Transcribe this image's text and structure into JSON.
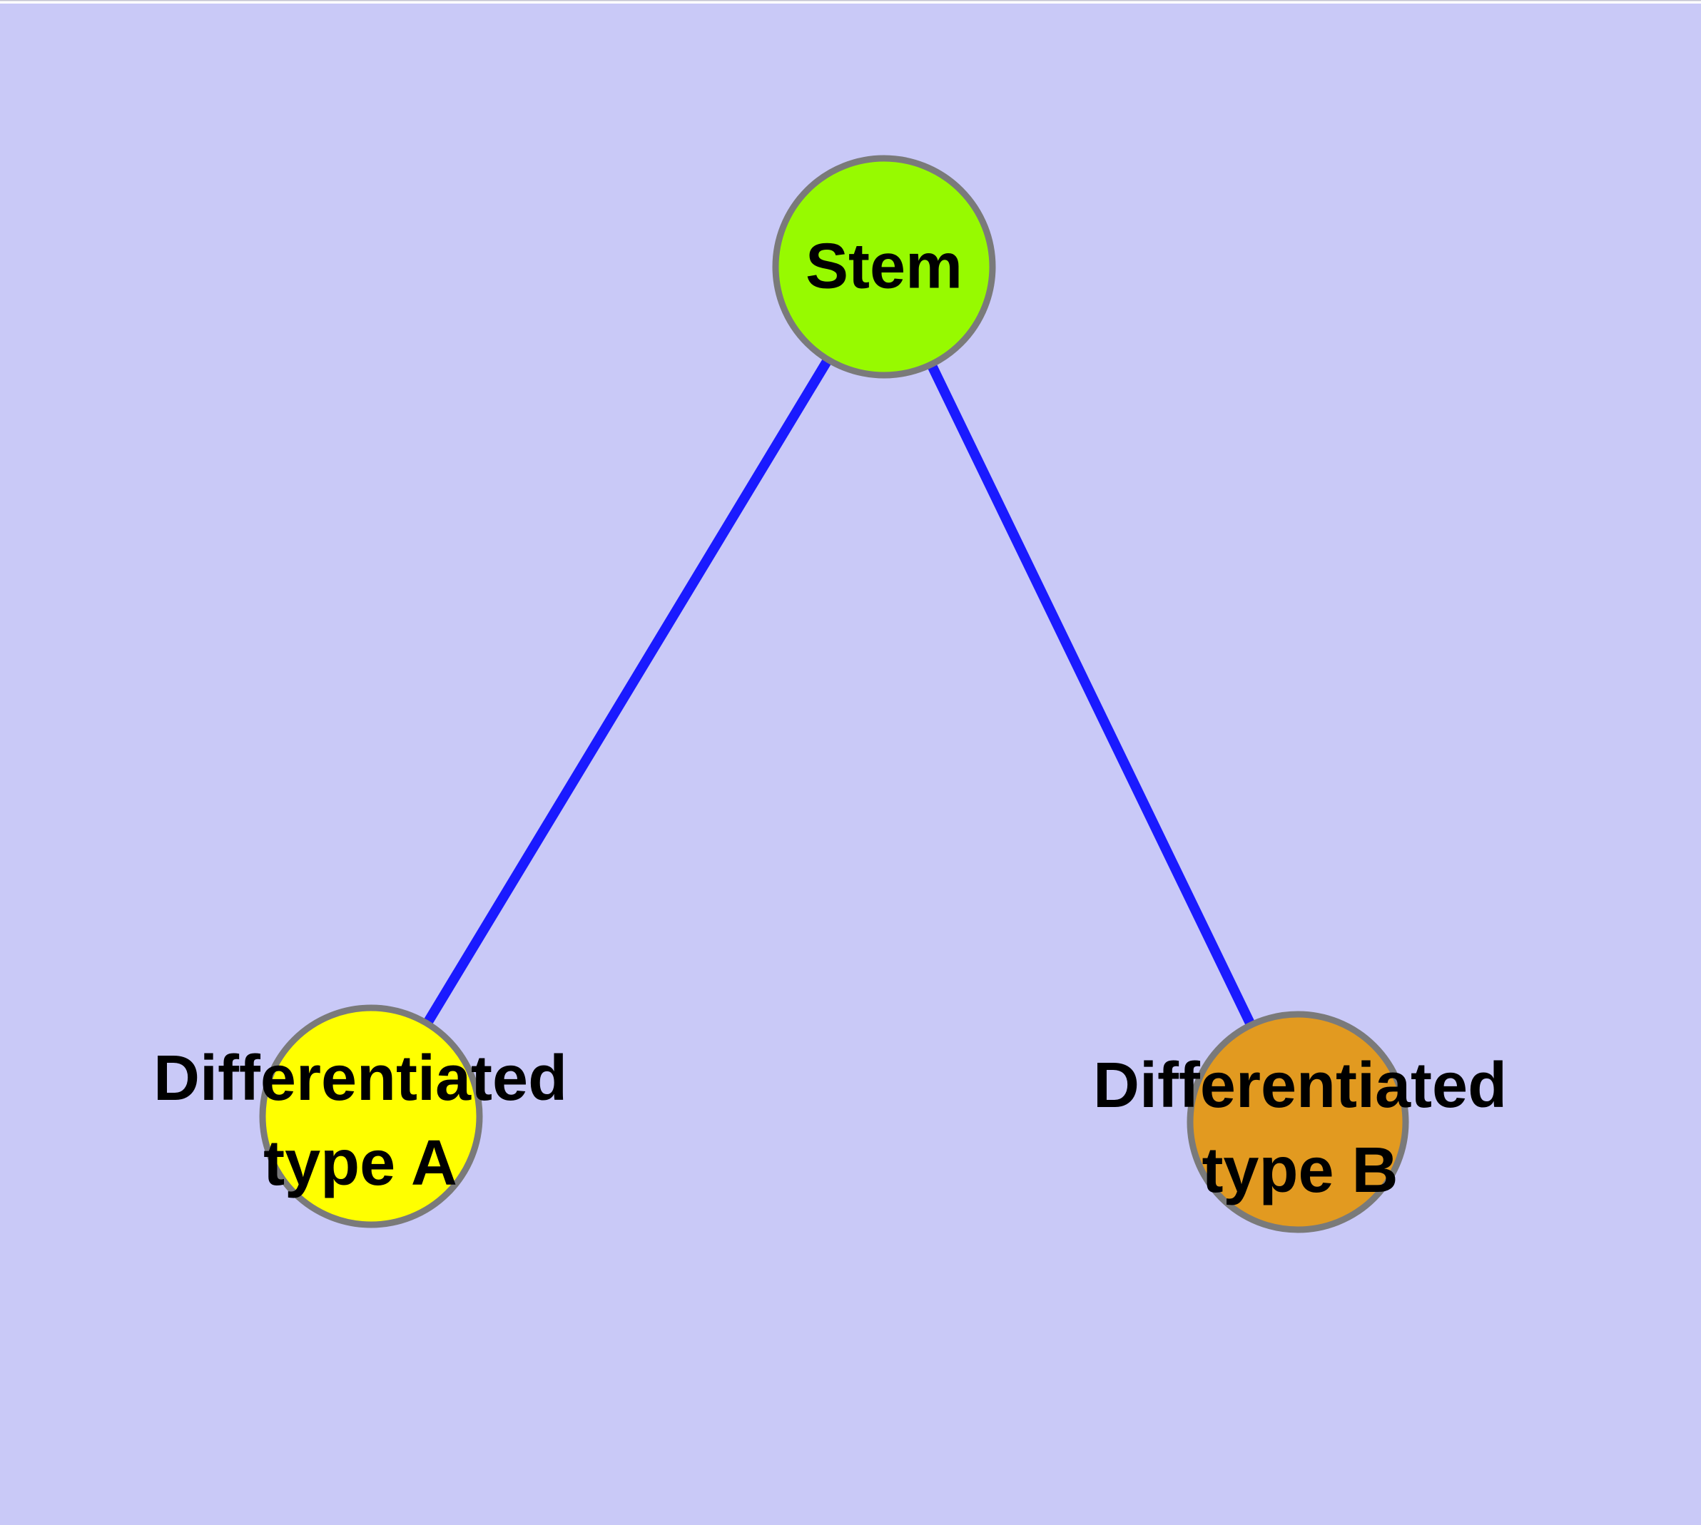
{
  "diagram": {
    "description_labels": {
      "stem": "Stem",
      "type_a_line1": "Differentiated",
      "type_a_line2": "type A",
      "type_b_line1": "Differentiated",
      "type_b_line2": "type B"
    }
  },
  "colors": {
    "background": "#C9C9F7",
    "edge": "#1A1AFF",
    "node_border": "#7A7A7A",
    "label": "#000000",
    "stem_fill": "#97FA00",
    "type_a_fill": "#FFFF00",
    "type_b_fill": "#E29A20",
    "top_strip": "#FFFFFF",
    "top_border": "#C4C4D2"
  },
  "nodes": {
    "stem": {
      "label": "Stem",
      "fill": "#97FA00"
    },
    "type_a": {
      "label_line1": "Differentiated",
      "label_line2": "type A",
      "fill": "#FFFF00"
    },
    "type_b": {
      "label_line1": "Differentiated",
      "label_line2": "type B",
      "fill": "#E29A20"
    }
  },
  "edges": [
    {
      "from": "Stem",
      "to": "Differentiated type A"
    },
    {
      "from": "Stem",
      "to": "Differentiated type B"
    }
  ]
}
